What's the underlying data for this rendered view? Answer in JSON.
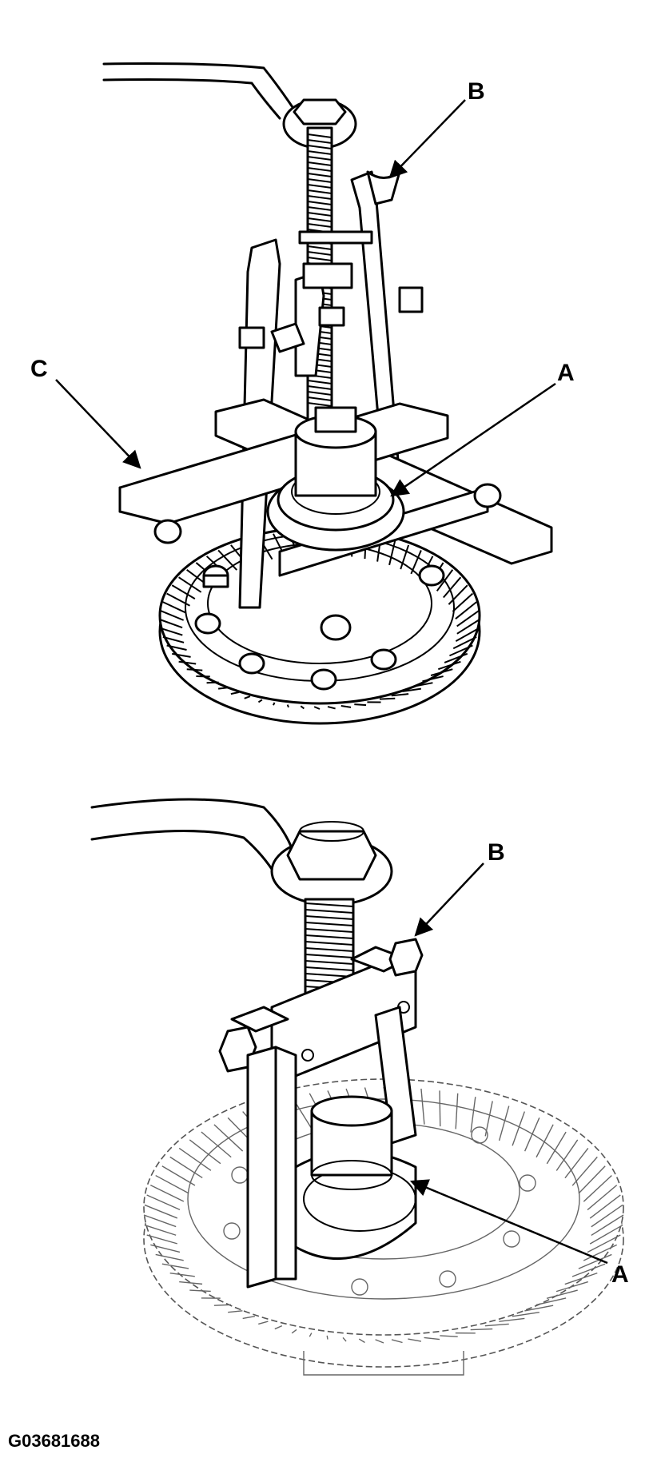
{
  "callouts": {
    "top_b": "B",
    "top_c": "C",
    "top_a": "A",
    "bottom_b": "B",
    "bottom_a": "A"
  },
  "figure_id": "G03681688"
}
